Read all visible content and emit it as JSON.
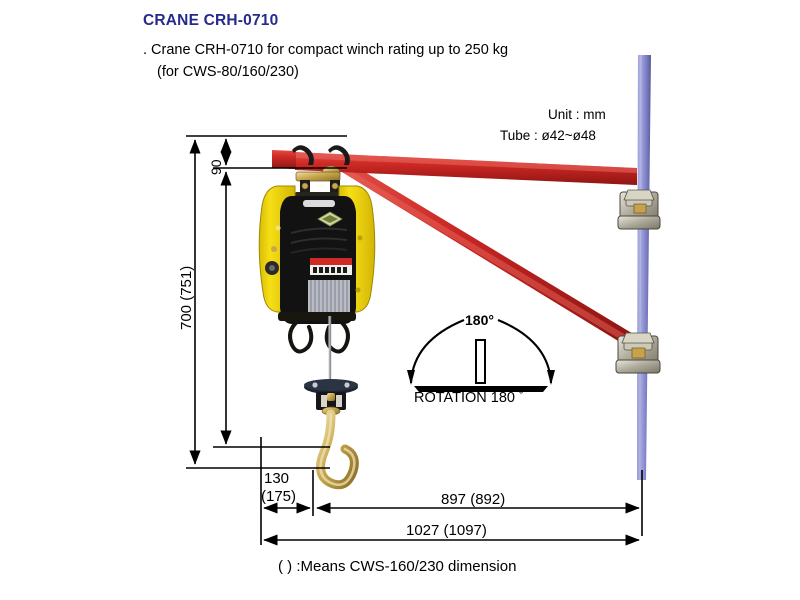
{
  "header": {
    "title": "CRANE CRH-0710",
    "desc_line1": ". Crane CRH-0710 for compact winch rating up to 250 kg",
    "desc_line2": "(for CWS-80/160/230)"
  },
  "specs": {
    "unit": "Unit : mm",
    "tube": "Tube : ø42~ø48"
  },
  "rotation": {
    "angle_label": "180°",
    "caption": "ROTATION 180 ˚"
  },
  "dimensions": {
    "height_overall": "700 (751)",
    "height_top": "90",
    "offset_main": "130",
    "offset_alt": "(175)",
    "reach_arm": "897 (892)",
    "reach_total": "1027 (1097)"
  },
  "footnote": "( ) :Means CWS-160/230 dimension",
  "colors": {
    "title": "#262a8c",
    "arm_red": "#cc2424",
    "arm_red_dark": "#9d1616",
    "pole_blue": "#8d8fd0",
    "pole_blue_dark": "#5f61a8",
    "winch_yellow": "#f5d90a",
    "winch_black": "#141414",
    "hook_gold": "#c9a74e",
    "line": "#000000"
  }
}
